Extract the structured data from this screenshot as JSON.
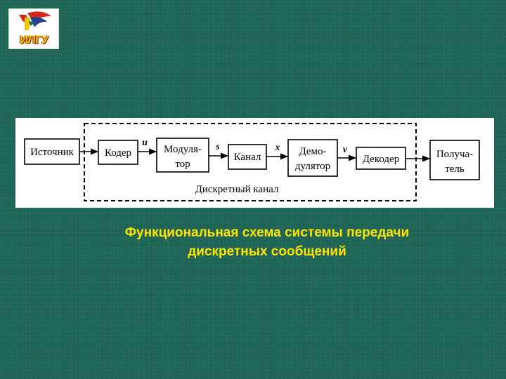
{
  "logo": {
    "text": "ИЛГУ",
    "icon": "eagle-emblem-icon"
  },
  "diagram": {
    "blocks": [
      {
        "id": "source",
        "lines": [
          "Источник"
        ]
      },
      {
        "id": "coder",
        "lines": [
          "Кодер"
        ]
      },
      {
        "id": "modulator",
        "lines": [
          "Модуля-",
          "тор"
        ]
      },
      {
        "id": "channel",
        "lines": [
          "Канал"
        ]
      },
      {
        "id": "demodulator",
        "lines": [
          "Демо-",
          "дулятор"
        ]
      },
      {
        "id": "decoder",
        "lines": [
          "Декодер"
        ]
      },
      {
        "id": "receiver",
        "lines": [
          "Получа-",
          "тель"
        ]
      }
    ],
    "signals": {
      "u": "u",
      "s": "s",
      "x": "x",
      "v": "v"
    },
    "discrete_channel_label": "Дискретный канал"
  },
  "caption": {
    "line1": "Функциональная схема системы передачи",
    "line2": "дискретных сообщений"
  },
  "colors": {
    "background": "#1f6657",
    "caption": "#ffe400",
    "panel": "#ffffff"
  }
}
